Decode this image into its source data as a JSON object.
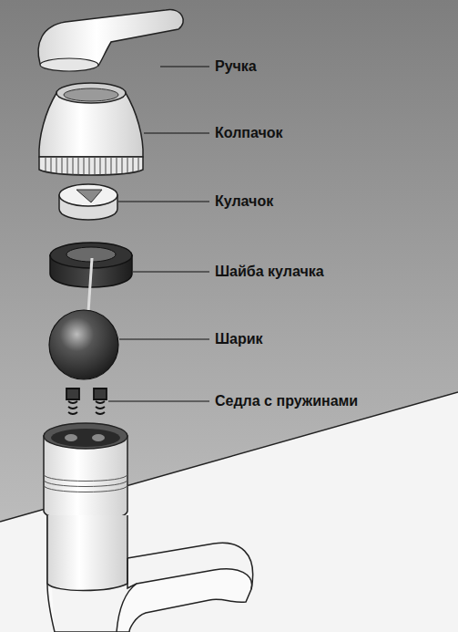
{
  "diagram": {
    "labels": [
      "Ручка",
      "Колпачок",
      "Кулачок",
      "Шайба кулачка",
      "Шарик",
      "Седла с пружинами"
    ]
  }
}
